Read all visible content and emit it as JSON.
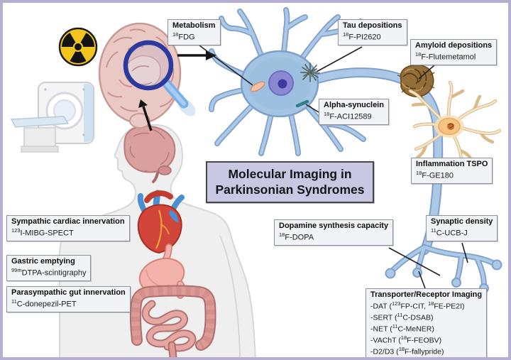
{
  "figure": {
    "title_line1": "Molecular Imaging in",
    "title_line2": "Parkinsonian Syndromes"
  },
  "labels": {
    "metabolism": {
      "title": "Metabolism",
      "tracer": "^18^FDG"
    },
    "tau_depositions": {
      "title": "Tau depositions",
      "tracer": "^18^F-PI2620"
    },
    "amyloid_depositions": {
      "title": "Amyloid depositions",
      "tracer": "^18^F-Flutemetamol"
    },
    "alpha_synuclein": {
      "title": "Alpha-synuclein",
      "tracer": "^18^F-ACI12589"
    },
    "inflammation": {
      "title": "Inflammation TSPO",
      "tracer": "^18^F-GE180"
    },
    "sympathetic_cardiac": {
      "title": "Sympathic cardiac innervation",
      "tracer": "^123^I-MIBG-SPECT"
    },
    "gastric_emptying": {
      "title": "Gastric emptying",
      "tracer": "^99m^DTPA-scintigraphy"
    },
    "parasympathetic_gut": {
      "title": "Parasympathic gut innervation",
      "tracer": "^11^C-donepezil-PET"
    },
    "dopamine_synthesis": {
      "title": "Dopamine synthesis capacity",
      "tracer": "^18^F-DOPA"
    },
    "synaptic_density": {
      "title": "Synaptic density",
      "tracer": "^11^C-UCB-J"
    },
    "transporter_receptor": {
      "title": "Transporter/Receptor Imaging",
      "items": [
        "-DAT (^123^FP-CIT, ^18^FE-PE2I)",
        "-SERT (^11^C-DSAB)",
        "-NET (^11^C-MeNER)",
        "-VAChT (^18^F-FEOBV)",
        "-D2/D3 (^18^F-fallypride)"
      ]
    }
  },
  "illustrations": [
    "radiation-hazard-icon",
    "pet-ct-scanner",
    "brain-axial-slice",
    "magnifying-glass",
    "neuron",
    "mitochondrion",
    "tau-tangle",
    "alpha-synuclein-aggregate",
    "amyloid-plaque",
    "microglia-cell",
    "axon-terminals",
    "human-body",
    "brain-profile",
    "heart",
    "stomach",
    "intestines"
  ],
  "colors": {
    "frame_border": "#b5aed0",
    "background": "#ffffff",
    "label_box_bg": "#f2f3f7",
    "label_box_border": "#8d929c",
    "title_box_bg": "#c9c7e2",
    "title_box_border": "#46464f",
    "neuron_fill": "#abc8e6",
    "neuron_outline": "#7d9fca",
    "nucleus": "#8b88d2",
    "nucleolus": "#3e3a9c",
    "microglia": "#f6c382",
    "amyloid": "#936e3b",
    "magnifier_ring": "#2c3a9d",
    "magnifier_handle": "#79b0ea",
    "radiation_yellow": "#f4c61d",
    "organ_pink": "#f3b2aa",
    "intestine_pink": "#dc9b95",
    "heart_red": "#d2453a",
    "heart_blue": "#4a8fd0",
    "body_gray": "#efefef",
    "brain_pink": "#eac8c4"
  }
}
